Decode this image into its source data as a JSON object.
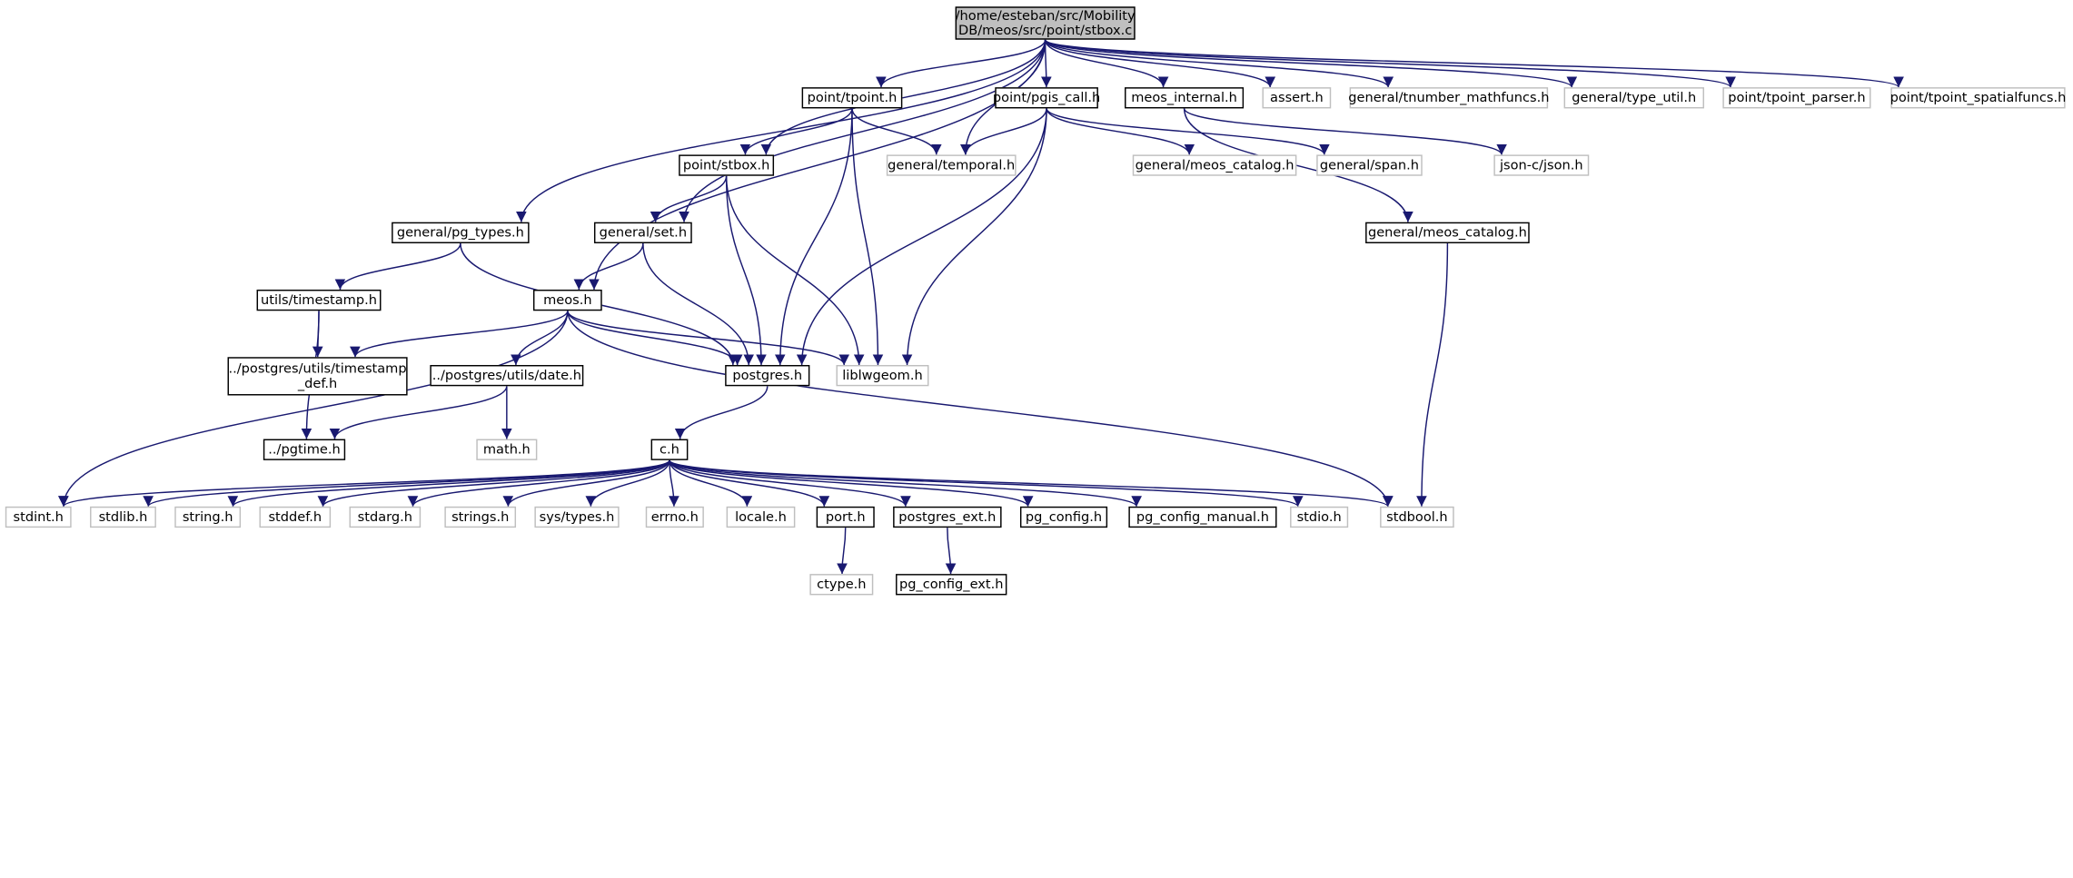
{
  "graph": {
    "edge_color": "#191970",
    "root_fill": "#bfbfbf",
    "nodes": [
      {
        "id": "root",
        "label": "/home/esteban/src/Mobility\nDB/meos/src/point/stbox.c",
        "kind": "root"
      },
      {
        "id": "point_tpoint_h",
        "label": "point/tpoint.h",
        "kind": "doc"
      },
      {
        "id": "point_pgis_call_h",
        "label": "point/pgis_call.h",
        "kind": "doc"
      },
      {
        "id": "meos_internal_h",
        "label": "meos_internal.h",
        "kind": "doc"
      },
      {
        "id": "assert_h",
        "label": "assert.h",
        "kind": "plain"
      },
      {
        "id": "general_tnumber_mathfuncs_h",
        "label": "general/tnumber_mathfuncs.h",
        "kind": "plain"
      },
      {
        "id": "general_type_util_h",
        "label": "general/type_util.h",
        "kind": "plain"
      },
      {
        "id": "point_tpoint_parser_h",
        "label": "point/tpoint_parser.h",
        "kind": "plain"
      },
      {
        "id": "point_tpoint_spatialfuncs_h",
        "label": "point/tpoint_spatialfuncs.h",
        "kind": "plain"
      },
      {
        "id": "point_stbox_h",
        "label": "point/stbox.h",
        "kind": "doc"
      },
      {
        "id": "general_temporal_h",
        "label": "general/temporal.h",
        "kind": "plain"
      },
      {
        "id": "general_meos_catalog_h_a",
        "label": "general/meos_catalog.h",
        "kind": "plain"
      },
      {
        "id": "general_span_h",
        "label": "general/span.h",
        "kind": "plain"
      },
      {
        "id": "json_c_json_h",
        "label": "json-c/json.h",
        "kind": "plain"
      },
      {
        "id": "general_pg_types_h",
        "label": "general/pg_types.h",
        "kind": "doc"
      },
      {
        "id": "general_set_h",
        "label": "general/set.h",
        "kind": "doc"
      },
      {
        "id": "general_meos_catalog_h_b",
        "label": "general/meos_catalog.h",
        "kind": "doc"
      },
      {
        "id": "utils_timestamp_h",
        "label": "utils/timestamp.h",
        "kind": "doc"
      },
      {
        "id": "meos_h",
        "label": "meos.h",
        "kind": "doc"
      },
      {
        "id": "postgres_utils_timestamp_def_h",
        "label": "../postgres/utils/timestamp\n_def.h",
        "kind": "doc"
      },
      {
        "id": "postgres_utils_date_h",
        "label": "../postgres/utils/date.h",
        "kind": "doc"
      },
      {
        "id": "postgres_h",
        "label": "postgres.h",
        "kind": "doc"
      },
      {
        "id": "liblwgeom_h",
        "label": "liblwgeom.h",
        "kind": "plain"
      },
      {
        "id": "pgtime_h",
        "label": "../pgtime.h",
        "kind": "doc"
      },
      {
        "id": "math_h",
        "label": "math.h",
        "kind": "plain"
      },
      {
        "id": "c_h",
        "label": "c.h",
        "kind": "doc"
      },
      {
        "id": "stdint_h",
        "label": "stdint.h",
        "kind": "plain"
      },
      {
        "id": "stdlib_h",
        "label": "stdlib.h",
        "kind": "plain"
      },
      {
        "id": "string_h",
        "label": "string.h",
        "kind": "plain"
      },
      {
        "id": "stddef_h",
        "label": "stddef.h",
        "kind": "plain"
      },
      {
        "id": "stdarg_h",
        "label": "stdarg.h",
        "kind": "plain"
      },
      {
        "id": "strings_h",
        "label": "strings.h",
        "kind": "plain"
      },
      {
        "id": "sys_types_h",
        "label": "sys/types.h",
        "kind": "plain"
      },
      {
        "id": "errno_h",
        "label": "errno.h",
        "kind": "plain"
      },
      {
        "id": "locale_h",
        "label": "locale.h",
        "kind": "plain"
      },
      {
        "id": "port_h",
        "label": "port.h",
        "kind": "doc"
      },
      {
        "id": "postgres_ext_h",
        "label": "postgres_ext.h",
        "kind": "doc"
      },
      {
        "id": "pg_config_h",
        "label": "pg_config.h",
        "kind": "doc"
      },
      {
        "id": "pg_config_manual_h",
        "label": "pg_config_manual.h",
        "kind": "doc"
      },
      {
        "id": "stdio_h",
        "label": "stdio.h",
        "kind": "plain"
      },
      {
        "id": "stdbool_h",
        "label": "stdbool.h",
        "kind": "plain"
      },
      {
        "id": "ctype_h",
        "label": "ctype.h",
        "kind": "plain"
      },
      {
        "id": "pg_config_ext_h",
        "label": "pg_config_ext.h",
        "kind": "doc"
      }
    ],
    "edges": [
      [
        "root",
        "point_tpoint_h"
      ],
      [
        "root",
        "point_pgis_call_h"
      ],
      [
        "root",
        "meos_internal_h"
      ],
      [
        "root",
        "assert_h"
      ],
      [
        "root",
        "general_tnumber_mathfuncs_h"
      ],
      [
        "root",
        "general_type_util_h"
      ],
      [
        "root",
        "point_tpoint_parser_h"
      ],
      [
        "root",
        "point_tpoint_spatialfuncs_h"
      ],
      [
        "root",
        "point_stbox_h"
      ],
      [
        "root",
        "general_temporal_h"
      ],
      [
        "root",
        "general_pg_types_h"
      ],
      [
        "root",
        "general_set_h"
      ],
      [
        "root",
        "meos_h"
      ],
      [
        "point_tpoint_h",
        "point_stbox_h"
      ],
      [
        "point_tpoint_h",
        "general_temporal_h"
      ],
      [
        "point_tpoint_h",
        "postgres_h"
      ],
      [
        "point_tpoint_h",
        "liblwgeom_h"
      ],
      [
        "point_pgis_call_h",
        "general_temporal_h"
      ],
      [
        "point_pgis_call_h",
        "general_meos_catalog_h_a"
      ],
      [
        "point_pgis_call_h",
        "general_span_h"
      ],
      [
        "point_pgis_call_h",
        "postgres_h"
      ],
      [
        "point_pgis_call_h",
        "liblwgeom_h"
      ],
      [
        "meos_internal_h",
        "json_c_json_h"
      ],
      [
        "meos_internal_h",
        "general_meos_catalog_h_b"
      ],
      [
        "point_stbox_h",
        "general_set_h"
      ],
      [
        "point_stbox_h",
        "postgres_h"
      ],
      [
        "point_stbox_h",
        "liblwgeom_h"
      ],
      [
        "general_pg_types_h",
        "utils_timestamp_h"
      ],
      [
        "general_pg_types_h",
        "postgres_h"
      ],
      [
        "general_set_h",
        "meos_h"
      ],
      [
        "general_set_h",
        "postgres_h"
      ],
      [
        "general_meos_catalog_h_b",
        "stdbool_h"
      ],
      [
        "utils_timestamp_h",
        "postgres_utils_timestamp_def_h"
      ],
      [
        "utils_timestamp_h",
        "pgtime_h"
      ],
      [
        "meos_h",
        "postgres_utils_timestamp_def_h"
      ],
      [
        "meos_h",
        "postgres_utils_date_h"
      ],
      [
        "meos_h",
        "postgres_h"
      ],
      [
        "meos_h",
        "liblwgeom_h"
      ],
      [
        "meos_h",
        "stdint_h"
      ],
      [
        "meos_h",
        "stdbool_h"
      ],
      [
        "postgres_utils_date_h",
        "pgtime_h"
      ],
      [
        "postgres_utils_date_h",
        "math_h"
      ],
      [
        "postgres_h",
        "c_h"
      ],
      [
        "c_h",
        "stdint_h"
      ],
      [
        "c_h",
        "stdlib_h"
      ],
      [
        "c_h",
        "string_h"
      ],
      [
        "c_h",
        "stddef_h"
      ],
      [
        "c_h",
        "stdarg_h"
      ],
      [
        "c_h",
        "strings_h"
      ],
      [
        "c_h",
        "sys_types_h"
      ],
      [
        "c_h",
        "errno_h"
      ],
      [
        "c_h",
        "locale_h"
      ],
      [
        "c_h",
        "port_h"
      ],
      [
        "c_h",
        "postgres_ext_h"
      ],
      [
        "c_h",
        "pg_config_h"
      ],
      [
        "c_h",
        "pg_config_manual_h"
      ],
      [
        "c_h",
        "stdio_h"
      ],
      [
        "c_h",
        "stdbool_h"
      ],
      [
        "port_h",
        "ctype_h"
      ],
      [
        "postgres_ext_h",
        "pg_config_ext_h"
      ]
    ]
  }
}
